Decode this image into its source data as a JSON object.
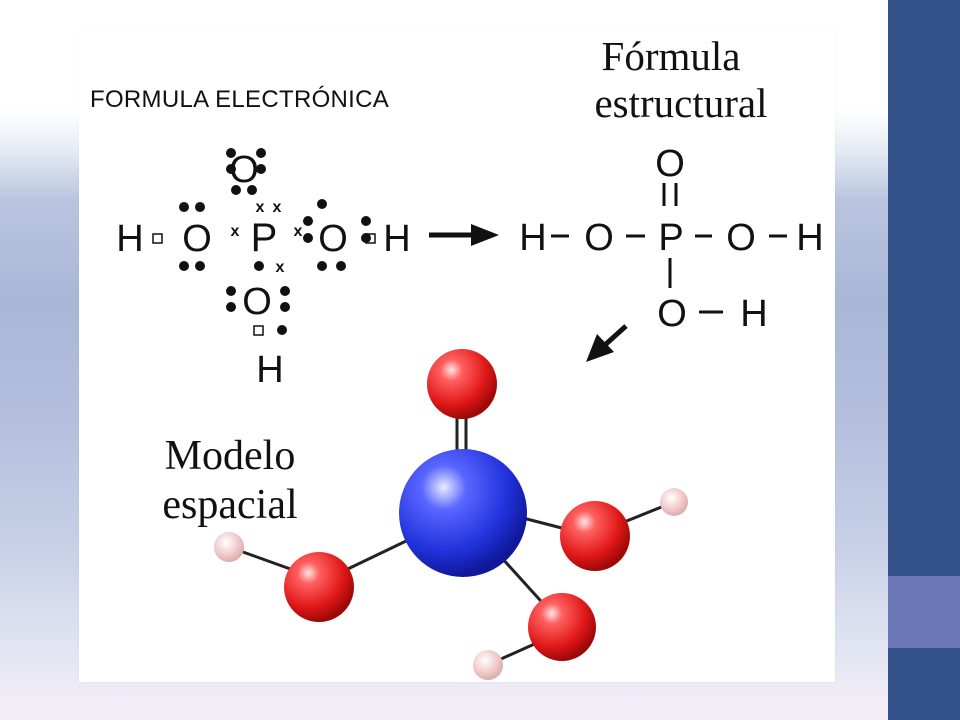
{
  "title": "FORMULA ELECTRÓNICA",
  "labels": {
    "structural_line1": "Fórmula",
    "structural_line2": "estructural",
    "model_line1": "Modelo",
    "model_line2": "espacial"
  },
  "lewis": {
    "center": "P",
    "oxygen": "O",
    "hydrogen": "H",
    "cross": "x"
  },
  "structural": {
    "phosphorus": "P",
    "oxygen": "O",
    "hydrogen": "H"
  },
  "colors": {
    "sidebar": "#34528a",
    "sidebar_accent": "#6a76b6",
    "oxygen_atom": "#e01818",
    "phosphorus_atom": "#2233dd",
    "hydrogen_atom": "#f0c8c8"
  }
}
